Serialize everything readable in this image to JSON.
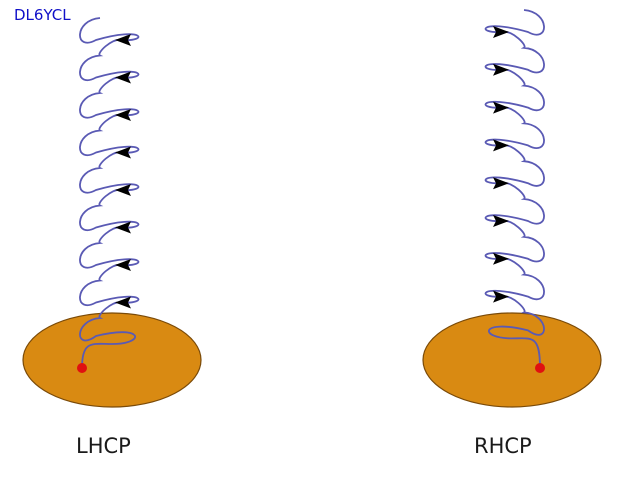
{
  "watermark": "DL6YCL",
  "colors": {
    "helix": "#5a5ab4",
    "disc_fill": "#d98a12",
    "disc_stroke": "#7a4a08",
    "feed_point": "#e01010",
    "arrow": "#000000",
    "watermark": "#1010c8"
  },
  "antennas": [
    {
      "id": "lhcp",
      "label": "LHCP",
      "polarization": "left-hand circular",
      "arrow_direction": "left",
      "turns": 8
    },
    {
      "id": "rhcp",
      "label": "RHCP",
      "polarization": "right-hand circular",
      "arrow_direction": "right",
      "turns": 8
    }
  ]
}
